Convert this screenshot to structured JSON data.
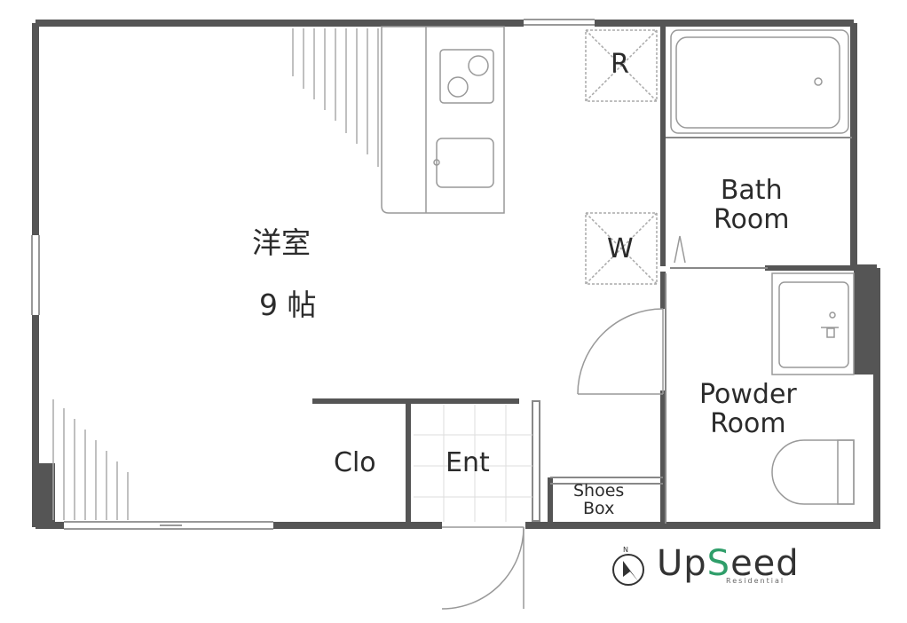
{
  "rooms": {
    "western_room_name": "洋室",
    "western_room_size": "9 帖",
    "closet": "Clo",
    "entrance": "Ent",
    "shoes_box_line1": "Shoes",
    "shoes_box_line2": "Box",
    "refrigerator": "R",
    "washer": "W",
    "bath_line1": "Bath",
    "bath_line2": "Room",
    "powder_line1": "Powder",
    "powder_line2": "Room"
  },
  "brand": {
    "prefix": "Up",
    "s_letter": "S",
    "suffix": "eed",
    "tagline": "Residential",
    "north_mark": "N",
    "accent_color": "#2f9e6a"
  },
  "colors": {
    "wall": "#555555",
    "line": "#888888",
    "fixture": "#999999"
  }
}
